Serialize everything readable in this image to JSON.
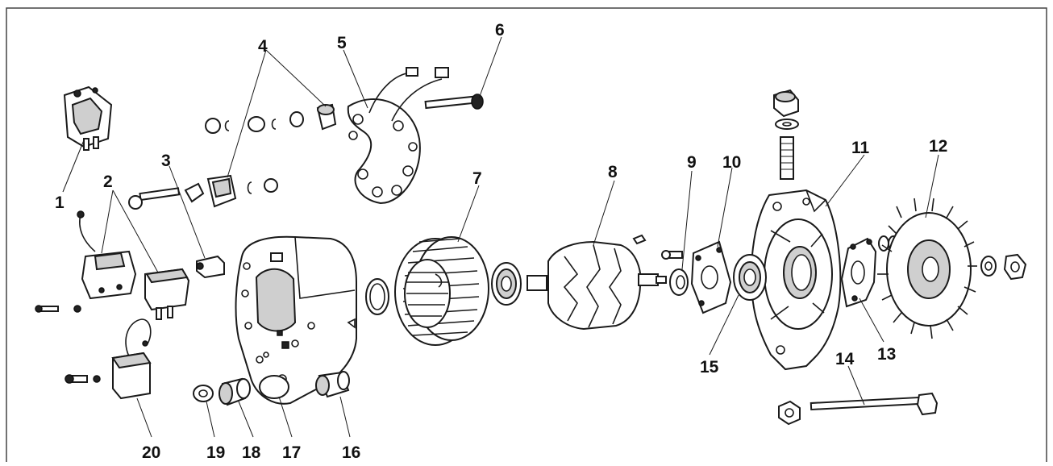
{
  "diagram": {
    "labels": [
      {
        "id": "1",
        "text": "1"
      },
      {
        "id": "2",
        "text": "2"
      },
      {
        "id": "3",
        "text": "3"
      },
      {
        "id": "4",
        "text": "4"
      },
      {
        "id": "5",
        "text": "5"
      },
      {
        "id": "6",
        "text": "6"
      },
      {
        "id": "7",
        "text": "7"
      },
      {
        "id": "8",
        "text": "8"
      },
      {
        "id": "9",
        "text": "9"
      },
      {
        "id": "10",
        "text": "10"
      },
      {
        "id": "11",
        "text": "11"
      },
      {
        "id": "12",
        "text": "12"
      },
      {
        "id": "13",
        "text": "13"
      },
      {
        "id": "14",
        "text": "14"
      },
      {
        "id": "15",
        "text": "15"
      },
      {
        "id": "16",
        "text": "16"
      },
      {
        "id": "17",
        "text": "17"
      },
      {
        "id": "18",
        "text": "18"
      },
      {
        "id": "19",
        "text": "19"
      },
      {
        "id": "20",
        "text": "20"
      }
    ]
  }
}
